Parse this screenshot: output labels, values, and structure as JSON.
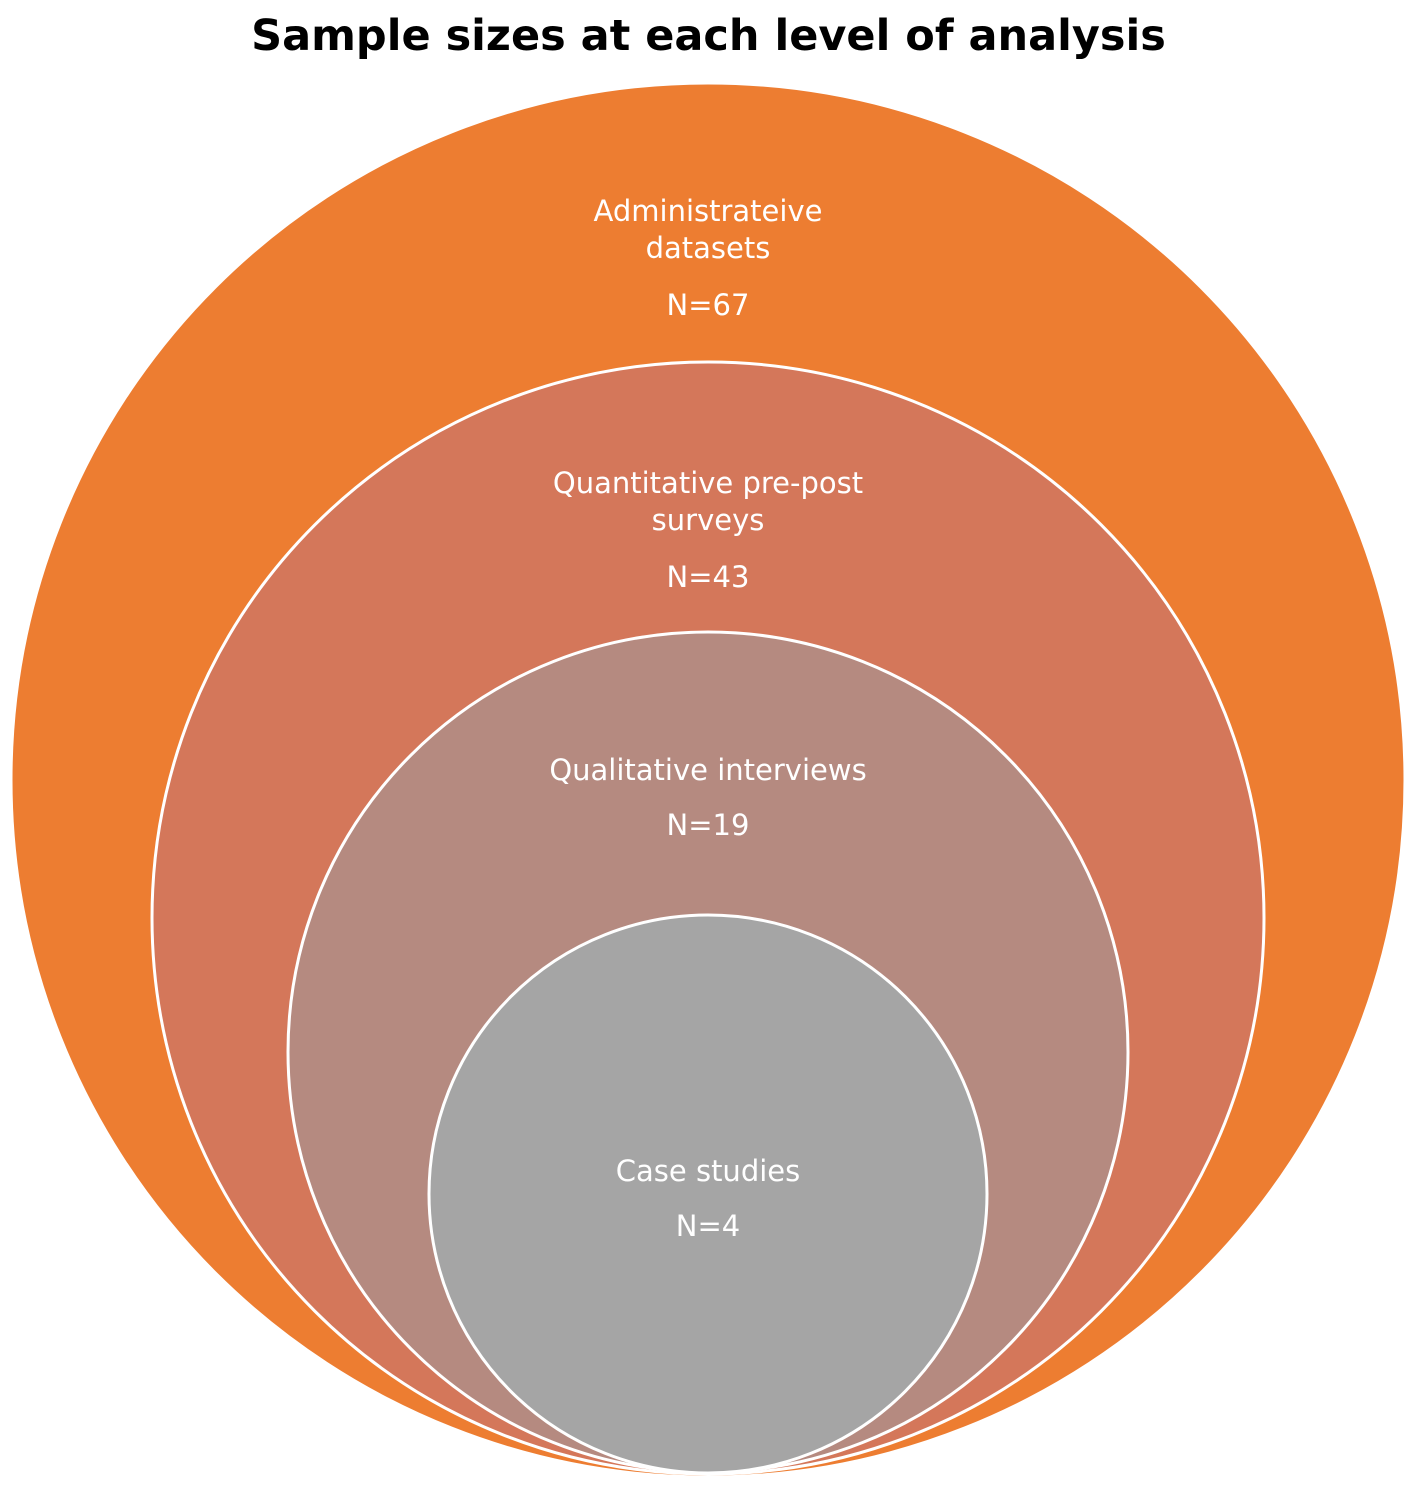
{
  "title": "Sample sizes at each level of analysis",
  "levels": [
    {
      "id": "administrative",
      "label_lines": [
        "Administrateive",
        "datasets"
      ],
      "n_label": "N=67",
      "color": "#ED7D31"
    },
    {
      "id": "quantitative",
      "label_lines": [
        "Quantitative pre-post",
        "surveys"
      ],
      "n_label": "N=43",
      "color": "#D4775A"
    },
    {
      "id": "qualitative",
      "label_lines": [
        "Qualitative interviews"
      ],
      "n_label": "N=19",
      "color": "#B58A80"
    },
    {
      "id": "case-studies",
      "label_lines": [
        "Case studies"
      ],
      "n_label": "N=4",
      "color": "#A5A5A5"
    }
  ]
}
